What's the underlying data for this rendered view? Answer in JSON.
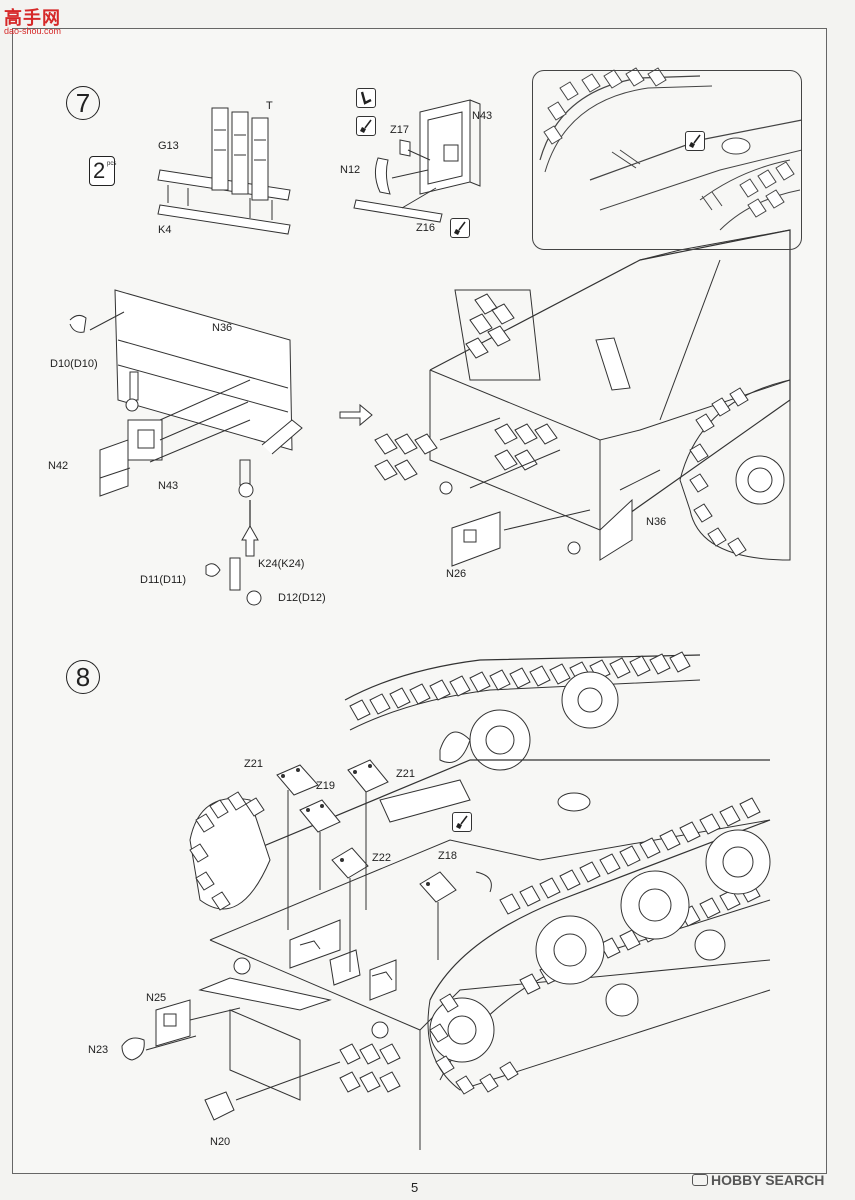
{
  "logo": {
    "main": "高手网",
    "sub": "dao-shou.com"
  },
  "steps": [
    {
      "number": "7",
      "pcs": {
        "count": "2",
        "unit": "pcs"
      },
      "labels": {
        "t": "T",
        "g13": "G13",
        "k4": "K4",
        "n43_top": "N43",
        "z17": "Z17",
        "n12": "N12",
        "z16": "Z16",
        "n36_left": "N36",
        "d10": "D10(D10)",
        "n42": "N42",
        "n43_left": "N43",
        "k24": "K24(K24)",
        "d11": "D11(D11)",
        "d12": "D12(D12)",
        "n36_right": "N36",
        "n26": "N26"
      }
    },
    {
      "number": "8",
      "labels": {
        "z21_left": "Z21",
        "z21_right": "Z21",
        "z19": "Z19",
        "z22": "Z22",
        "z18": "Z18",
        "n25": "N25",
        "n23": "N23",
        "n20": "N20"
      }
    }
  ],
  "icons": [
    "cut-icon",
    "glue-icon"
  ],
  "page_number": "5",
  "watermark": "HOBBY SEARCH"
}
